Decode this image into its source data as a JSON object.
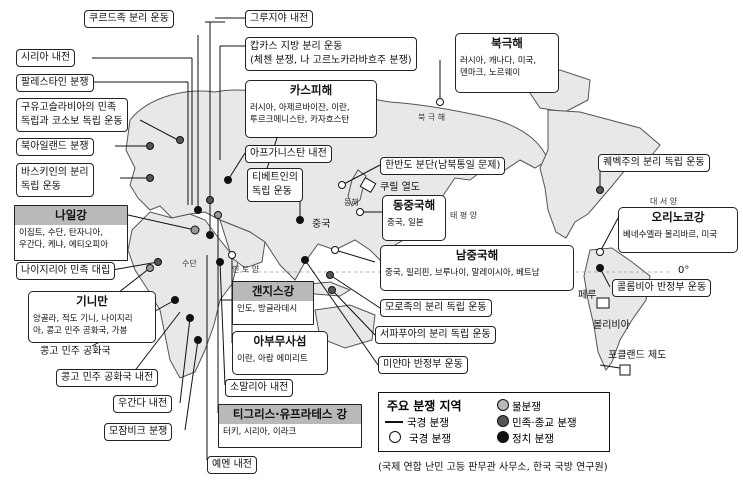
{
  "labels": {
    "kurd": "쿠르드족 분리 운동",
    "georgia": "그루지야 내전",
    "syria": "시리아 내전",
    "caucasus_l1": "캅카스 지방 분리 운동",
    "caucasus_l2": "(체첸 분쟁, 나 고르노카라바흐주 분쟁)",
    "palestine": "팔레스타인 분쟁",
    "yugo_l1": "구유고슬라비아의 민족",
    "yugo_l2": "독립과 코소보 독립 운동",
    "nireland": "북아일랜드 분쟁",
    "basque_l1": "바스키인의 분리",
    "basque_l2": "독립 운동",
    "afghan": "아프가니스탄 내전",
    "tibet_l1": "티베트인의",
    "tibet_l2": "독립 운동",
    "korea": "한반도 분단(남북통일 문제)",
    "kuril": "쿠릴 열도",
    "quebec": "퀘벡주의 분리 독립 운동",
    "nigeria": "나이지리아 민족 대립",
    "moro": "모로족의 분리 독립 운동",
    "wpapua": "서파푸아의 분리 독립 운동",
    "myanmar": "미얀마 반정부 운동",
    "congo": "콩고 민주 공화국",
    "congo_civil": "콩고 민주 공화국 내전",
    "uganda": "우간다 내전",
    "mozambique": "모잠비크 분쟁",
    "somalia": "소말리아 내전",
    "yemen": "예멘 내전",
    "colombia": "콜롬비아 반정부 운동",
    "falkland": "포클랜드 제도"
  },
  "boxes": {
    "arctic": {
      "title": "북극해",
      "body_l1": "러시아, 캐나다, 미국,",
      "body_l2": "덴마크, 노르웨이"
    },
    "caspian": {
      "title": "카스피해",
      "body_l1": "러시아, 아제르바이잔, 이란,",
      "body_l2": "투르크메니스탄, 카자흐스탄"
    },
    "nile": {
      "title": "나일강",
      "body_l1": "이집트, 수단, 탄자니아,",
      "body_l2": "우간다, 케냐, 에티오피아"
    },
    "guinea": {
      "title": "기니만",
      "body_l1": "앙골라, 적도 기니, 나이지리",
      "body_l2": "아, 콩고 민주 공화국, 가봉"
    },
    "eastchina": {
      "title": "동중국해",
      "body_l1": "중국, 일본"
    },
    "southchina": {
      "title": "남중국해",
      "body_l1": "중국, 필리핀, 브루나이, 말레이시아, 베트남"
    },
    "ganges": {
      "title": "갠지스강",
      "body_l1": "인도, 방글라데시"
    },
    "abumusa": {
      "title": "아부무사섬",
      "body_l1": "이란, 아랍 에미리트"
    },
    "tigris": {
      "title": "티그리스·유프라테스 강",
      "body_l1": "터키, 시리아, 이라크"
    },
    "orinoco": {
      "title": "오리노코강",
      "body_l1": "베네수엘라 볼리바르, 미국"
    }
  },
  "map_text": {
    "arctic_kr": "북 극 해",
    "pacific": "태 평 양",
    "atlantic": "대 서 양",
    "indian": "인 도 양",
    "china": "중국",
    "sudan": "수단",
    "peru": "페루",
    "bolivia": "볼리비아",
    "zero_deg": "0°",
    "east_sea": "동해"
  },
  "legend": {
    "title": "주요 분쟁 지역",
    "border": "국경 분쟁",
    "territory": "국경 분쟁",
    "water": "물분쟁",
    "ethnic": "민족·종교 분쟁",
    "political": "정치 분쟁"
  },
  "source": "(국제 연합 난민 고등 판무관 사무소, 한국 국방 연구원)",
  "colors": {
    "gray_fill": "#b9b9b9",
    "map_land": "#e8e8e8"
  }
}
